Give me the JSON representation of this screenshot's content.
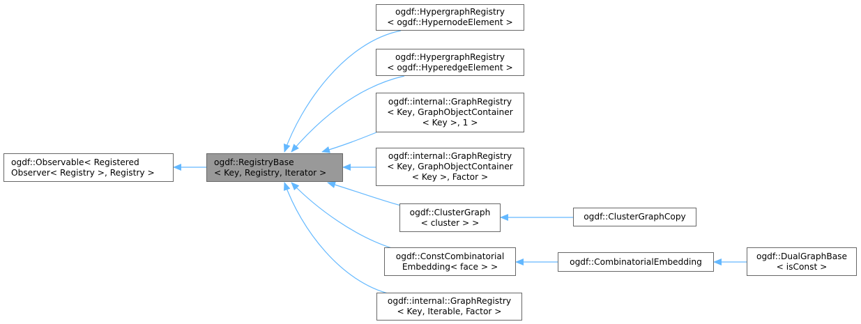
{
  "diagram": {
    "edge_color": "#63b8ff",
    "current_node_fill": "#999999",
    "nodes": {
      "observable": {
        "lines": [
          "ogdf::Observable< Registered",
          "Observer< Registry >, Registry >"
        ]
      },
      "registry_base": {
        "lines": [
          "ogdf::RegistryBase",
          "< Key, Registry, Iterator >"
        ]
      },
      "hypergraph_node": {
        "lines": [
          "ogdf::HypergraphRegistry",
          "< ogdf::HypernodeElement >"
        ]
      },
      "hypergraph_edge": {
        "lines": [
          "ogdf::HypergraphRegistry",
          "< ogdf::HyperedgeElement >"
        ]
      },
      "graph_registry_1": {
        "lines": [
          "ogdf::internal::GraphRegistry",
          "< Key, GraphObjectContainer",
          "< Key >, 1 >"
        ]
      },
      "graph_registry_factor": {
        "lines": [
          "ogdf::internal::GraphRegistry",
          "< Key, GraphObjectContainer",
          "< Key >, Factor >"
        ]
      },
      "cluster_graph": {
        "lines": [
          "ogdf::ClusterGraph",
          "< cluster > >"
        ]
      },
      "cluster_graph_copy": {
        "lines": [
          "ogdf::ClusterGraphCopy"
        ]
      },
      "const_comb_embedding": {
        "lines": [
          "ogdf::ConstCombinatorial",
          "Embedding< face > >"
        ]
      },
      "comb_embedding": {
        "lines": [
          "ogdf::CombinatorialEmbedding"
        ]
      },
      "dual_graph_base": {
        "lines": [
          "ogdf::DualGraphBase",
          "< isConst >"
        ]
      },
      "graph_registry_iterable": {
        "lines": [
          "ogdf::internal::GraphRegistry",
          "< Key, Iterable, Factor >"
        ]
      }
    },
    "edges": [
      {
        "from": "registry_base",
        "to": "observable"
      },
      {
        "from": "hypergraph_node",
        "to": "registry_base"
      },
      {
        "from": "hypergraph_edge",
        "to": "registry_base"
      },
      {
        "from": "graph_registry_1",
        "to": "registry_base"
      },
      {
        "from": "graph_registry_factor",
        "to": "registry_base"
      },
      {
        "from": "cluster_graph",
        "to": "registry_base"
      },
      {
        "from": "const_comb_embedding",
        "to": "registry_base"
      },
      {
        "from": "graph_registry_iterable",
        "to": "registry_base"
      },
      {
        "from": "cluster_graph_copy",
        "to": "cluster_graph"
      },
      {
        "from": "comb_embedding",
        "to": "const_comb_embedding"
      },
      {
        "from": "dual_graph_base",
        "to": "comb_embedding"
      }
    ]
  }
}
